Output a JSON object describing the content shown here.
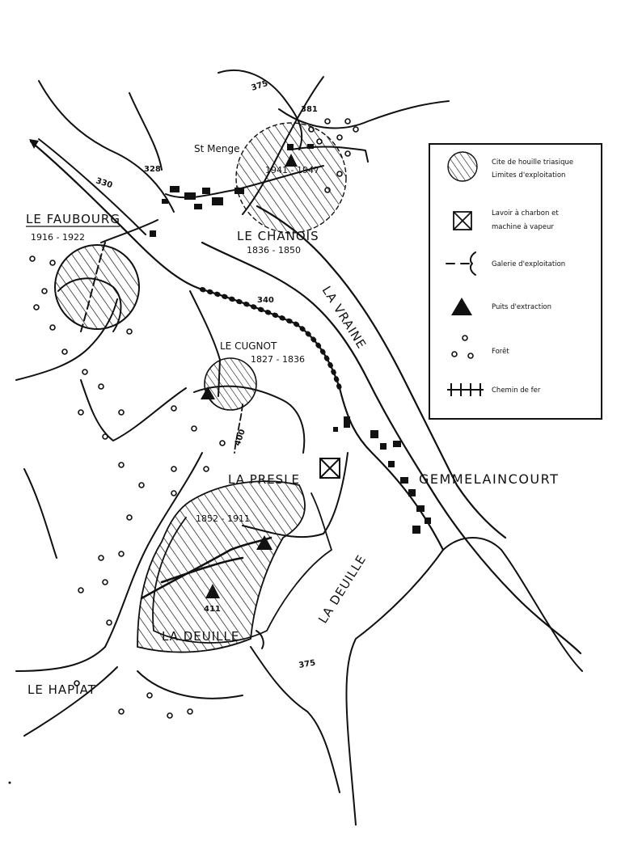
{
  "legend": {
    "items": [
      {
        "icon": "hatched-circle-icon",
        "line1": "Cite de houille triasique",
        "line2": "Limites d'exploitation"
      },
      {
        "icon": "crossed-square-icon",
        "line1": "Lavoir à charbon et",
        "line2": "machine à vapeur"
      },
      {
        "icon": "gallery-symbol-icon",
        "line1": "Galerie d'exploitation",
        "line2": ""
      },
      {
        "icon": "triangle-icon",
        "line1": "Puits d'extraction",
        "line2": ""
      },
      {
        "icon": "forest-circles-icon",
        "line1": "Forêt",
        "line2": ""
      },
      {
        "icon": "railway-icon",
        "line1": "Chemin de fer",
        "line2": ""
      }
    ]
  },
  "places": {
    "st_menge": "St Menge",
    "le_chanois": "LE CHANOIS",
    "le_faubourg": "LE FAUBOURG",
    "la_vraine": "LA VRAINE",
    "le_cugnot": "LE CUGNOT",
    "la_presle": "LA PRESLE",
    "gemmelaincourt": "GEMMELAINCOURT",
    "la_deuille_river": "LA DEUILLE",
    "la_deuille_site": "LA DEUILLE",
    "le_hapiat": "LE HAPIAT"
  },
  "dates": {
    "st_menge": "1941 - 1947",
    "le_chanois": "1836 - 1850",
    "le_faubourg": "1916 - 1922",
    "le_cugnot": "1827 - 1836",
    "la_deuille": "1852 - 1911"
  },
  "altitudes": {
    "a375_top": "375",
    "a381": "381",
    "a328": "328",
    "a330": "330",
    "a340": "340",
    "a400": "400",
    "a411": "411",
    "a375_bottom": "375"
  },
  "colors": {
    "ink": "#111111",
    "paper": "#ffffff"
  }
}
